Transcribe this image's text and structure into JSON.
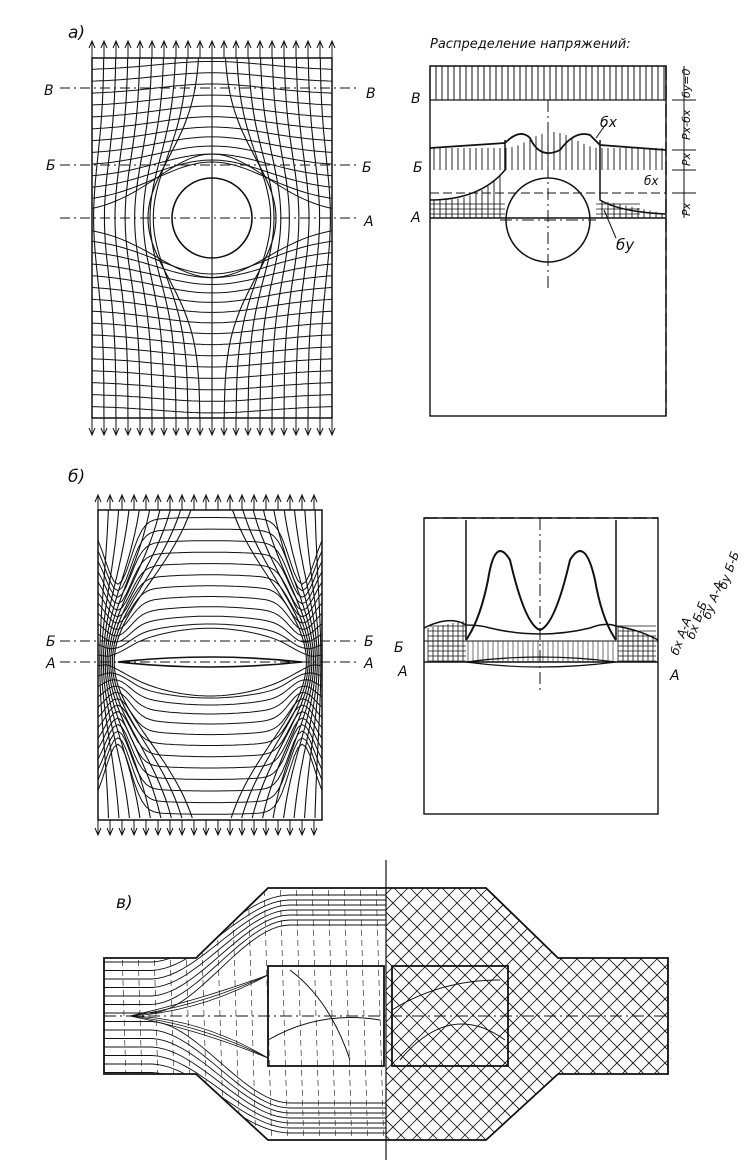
{
  "figure": {
    "panel_labels": {
      "a": "а)",
      "b": "б)",
      "c": "в)"
    },
    "distribution_title": "Распределение напряжений:",
    "sections": {
      "A": "А",
      "B": "Б",
      "V": "В"
    },
    "stress_labels": {
      "sx": "бx",
      "sy": "бy",
      "px": "Px",
      "px_sx": "Px-бx",
      "sy0": "бy=0"
    },
    "section_labels_b": {
      "sx_aa": "бx А-А",
      "sx_bb": "бx Б-Б",
      "sy_aa": "бy А-А",
      "sy_bb": "бy Б-Б"
    }
  },
  "colors": {
    "ink": "#111111",
    "paper": "#ffffff"
  }
}
